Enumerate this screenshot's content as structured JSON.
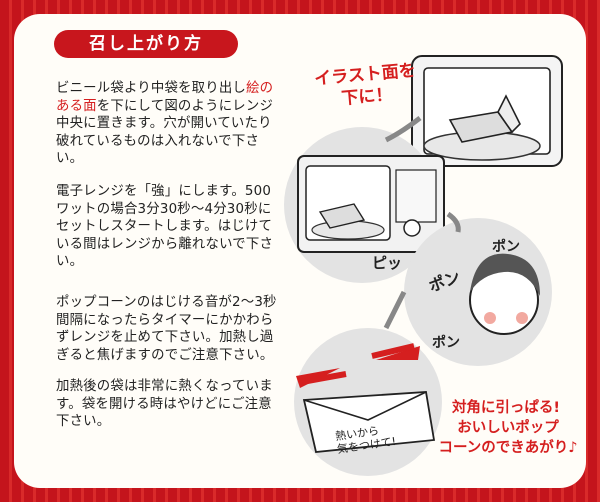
{
  "title": "召し上がり方",
  "steps": [
    {
      "pre": "ビニール袋より中袋を取り出し",
      "hl": "絵のある面",
      "post": "を下にして図のようにレンジ中央に置きます。穴が開いていたり破れているものは入れないで下さい。"
    },
    {
      "text": "電子レンジを「強」にします。500ワットの場合3分30秒〜4分30秒にセットしスタートします。はじけている間はレンジから離れないで下さい。"
    },
    {
      "text": "ポップコーンのはじける音が2〜3秒間隔になったらタイマーにかかわらずレンジを止めて下さい。加熱し過ぎると焦げますのでご注意下さい。"
    },
    {
      "text": "加熱後の袋は非常に熱くなっています。袋を開ける時はやけどにご注意下さい。"
    }
  ],
  "callout_top": {
    "line1": "イラスト面を",
    "line2": "下に！"
  },
  "callout_bottom": {
    "line1": "対角に引っぱる!",
    "line2": "おいしいポップ",
    "line3": "コーンのできあがり♪"
  },
  "sfx": {
    "pi": "ピッ",
    "pon1": "ポン",
    "pon2": "ポン",
    "pon3": "ポン"
  },
  "bag_note": {
    "line1": "熱いから",
    "line2": "気をつけて!"
  },
  "colors": {
    "frame_red": "#c4141c",
    "accent_red": "#d51f1f",
    "panel": "#fffdf8",
    "gray_circle": "#d9d9d9"
  }
}
